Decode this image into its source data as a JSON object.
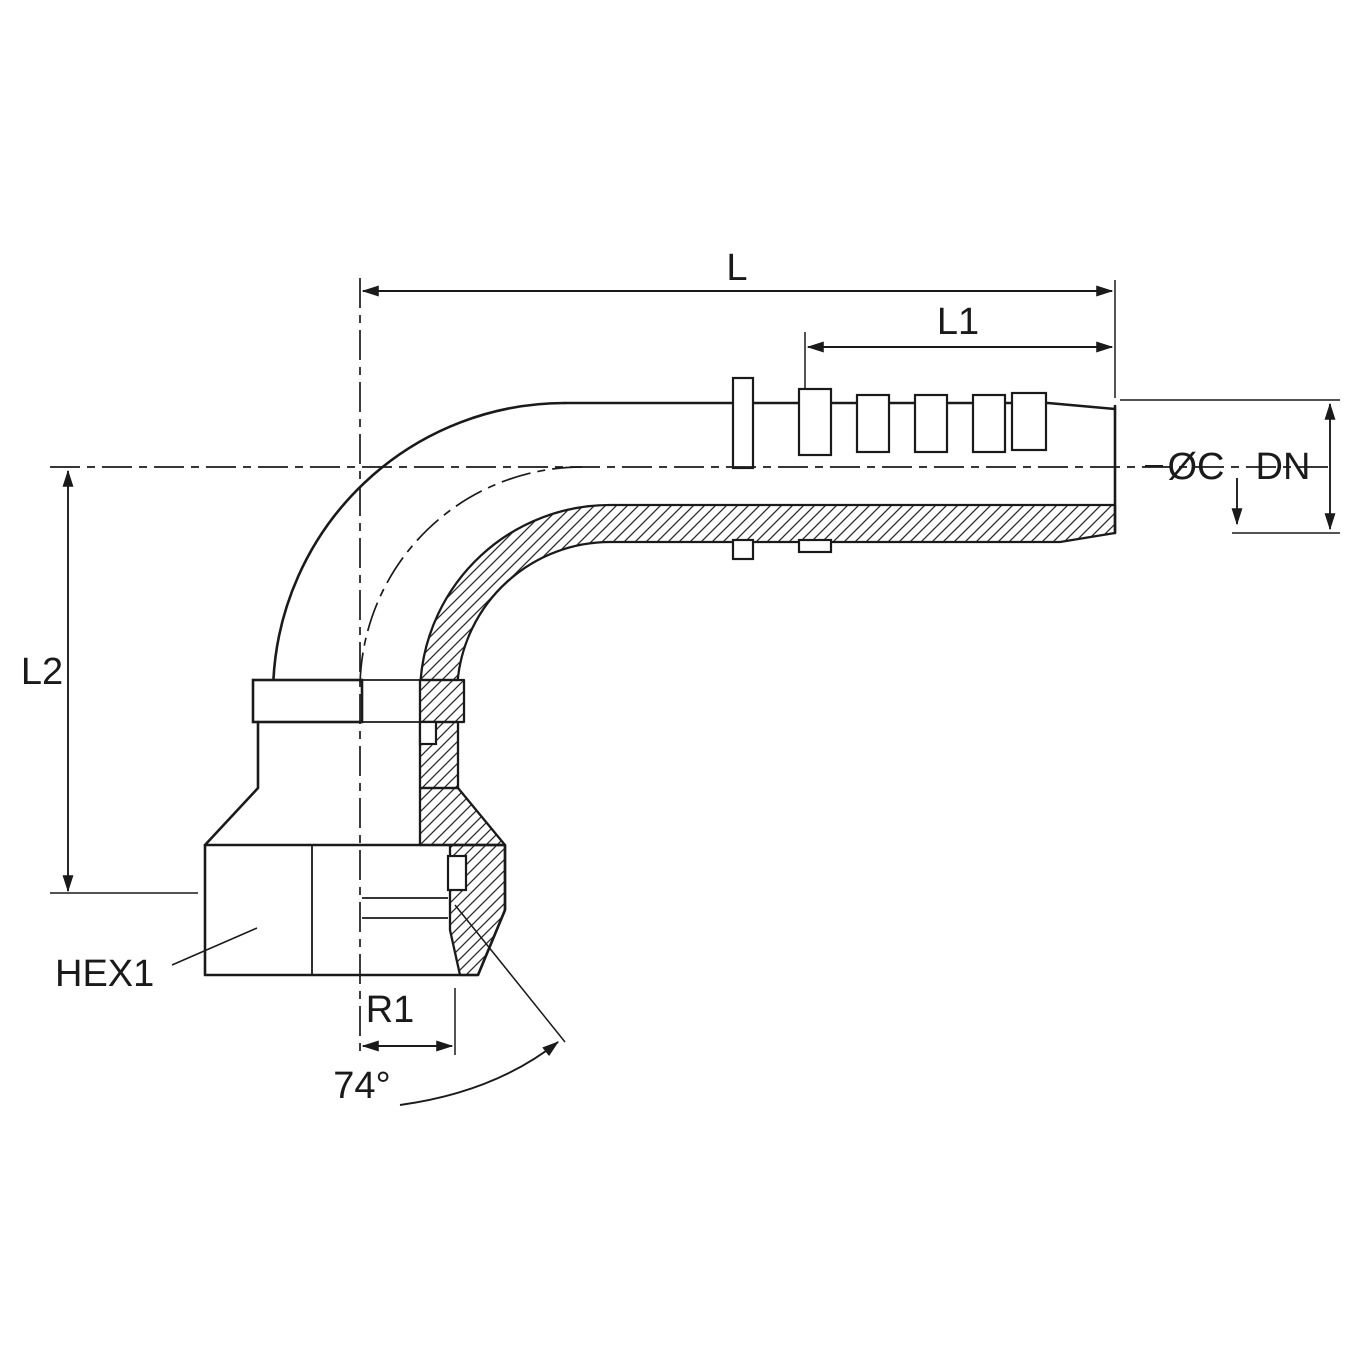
{
  "drawing": {
    "type": "technical-drawing",
    "subject": "90-degree elbow hose fitting cross-section",
    "labels": {
      "l": "L",
      "l1": "L1",
      "l2": "L2",
      "dn": "DN",
      "oc": "ØC",
      "hex1": "HEX1",
      "r1": "R1",
      "angle": "74°"
    },
    "colors": {
      "line": "#1a1a1a",
      "background": "#ffffff"
    }
  }
}
